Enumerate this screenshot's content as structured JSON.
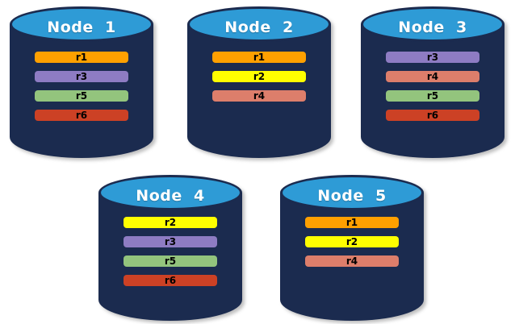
{
  "background": "#FFFFFF",
  "palette": {
    "cylinder_body": "#1B2B4F",
    "cylinder_top_fill": "#2E9BD6",
    "title_text": "#FFFFFF",
    "bar_text": "#000000",
    "bar_colors": {
      "r1": "#FFA000",
      "r2": "#FFFF00",
      "r3": "#8E7CC3",
      "r4": "#DD7E6B",
      "r5": "#93C47D",
      "r6": "#CC4125"
    }
  },
  "nodes": [
    {
      "label": "Node  1",
      "bars": [
        "r1",
        "r3",
        "r5",
        "r6"
      ]
    },
    {
      "label": "Node  2",
      "bars": [
        "r1",
        "r2",
        "r4"
      ]
    },
    {
      "label": "Node  3",
      "bars": [
        "r3",
        "r4",
        "r5",
        "r6"
      ]
    },
    {
      "label": "Node  4",
      "bars": [
        "r2",
        "r3",
        "r5",
        "r6"
      ]
    },
    {
      "label": "Node  5",
      "bars": [
        "r1",
        "r2",
        "r4"
      ]
    }
  ]
}
